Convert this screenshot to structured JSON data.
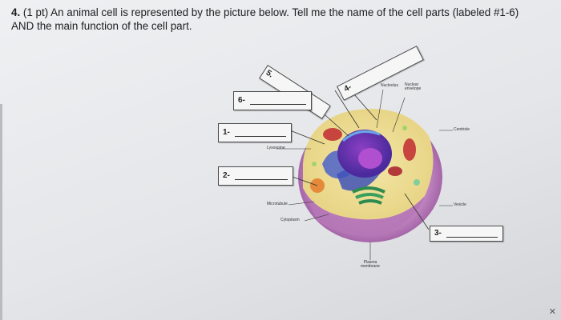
{
  "question": {
    "number": "4.",
    "points": "(1 pt)",
    "text": "An animal cell is represented by the picture below. Tell me the name of the cell parts (labeled #1-6) AND the main function of the cell part."
  },
  "boxes": [
    {
      "label": "1-"
    },
    {
      "label": "2-"
    },
    {
      "label": "3-"
    },
    {
      "label": "4-"
    },
    {
      "label": "5."
    },
    {
      "label": "6-"
    }
  ],
  "diagram_labels": {
    "lysosome": "Lysosome",
    "microtubule": "Microtubule",
    "cytoplasm": "Cytoplasm",
    "nucleolus": "Nucleolus",
    "nuclear_envelope": "Nuclear envelope",
    "centriole": "Centriole",
    "vesicle": "Vesicle",
    "plasma_membrane": "Plasma membrane"
  },
  "close_glyph": "✕"
}
